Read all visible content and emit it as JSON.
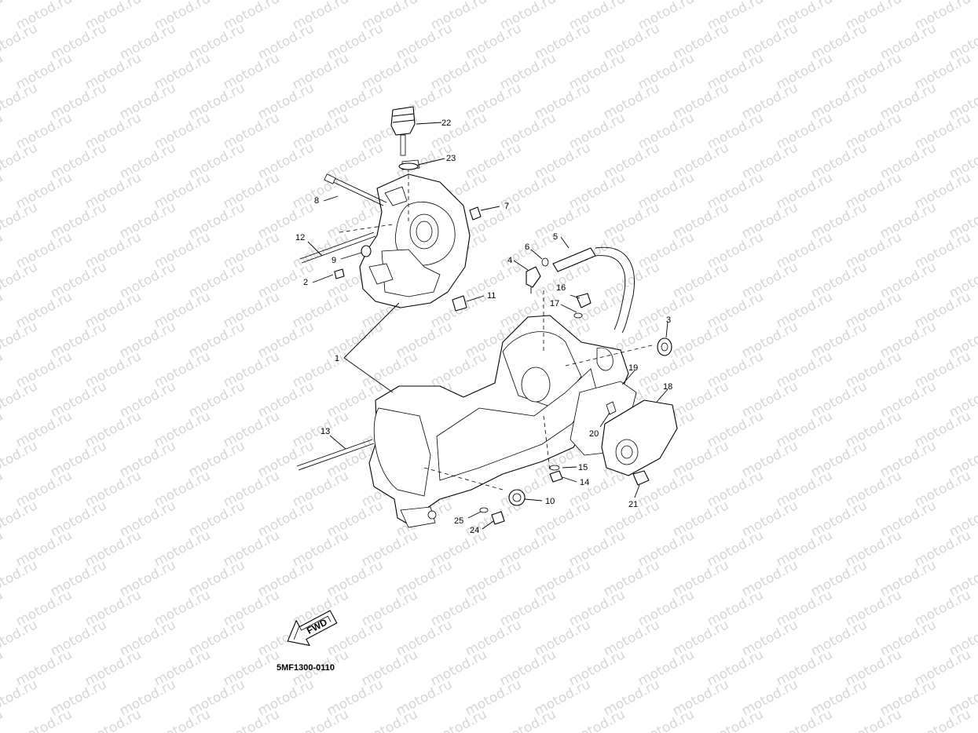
{
  "watermark": {
    "text": "motod.ru"
  },
  "diagram_code": "5MF1300-0110",
  "direction_arrow": {
    "label": "FWD"
  },
  "callouts": [
    {
      "id": "c1",
      "label": "1"
    },
    {
      "id": "c2",
      "label": "2"
    },
    {
      "id": "c3",
      "label": "3"
    },
    {
      "id": "c4",
      "label": "4"
    },
    {
      "id": "c5",
      "label": "5"
    },
    {
      "id": "c6",
      "label": "6"
    },
    {
      "id": "c7",
      "label": "7"
    },
    {
      "id": "c8",
      "label": "8"
    },
    {
      "id": "c9",
      "label": "9"
    },
    {
      "id": "c10",
      "label": "10"
    },
    {
      "id": "c11",
      "label": "11"
    },
    {
      "id": "c12",
      "label": "12"
    },
    {
      "id": "c13",
      "label": "13"
    },
    {
      "id": "c14",
      "label": "14"
    },
    {
      "id": "c15",
      "label": "15"
    },
    {
      "id": "c16",
      "label": "16"
    },
    {
      "id": "c17",
      "label": "17"
    },
    {
      "id": "c18",
      "label": "18"
    },
    {
      "id": "c19",
      "label": "19"
    },
    {
      "id": "c20",
      "label": "20"
    },
    {
      "id": "c21",
      "label": "21"
    },
    {
      "id": "c22",
      "label": "22"
    },
    {
      "id": "c23",
      "label": "23"
    },
    {
      "id": "c24",
      "label": "24"
    },
    {
      "id": "c25",
      "label": "25"
    }
  ]
}
